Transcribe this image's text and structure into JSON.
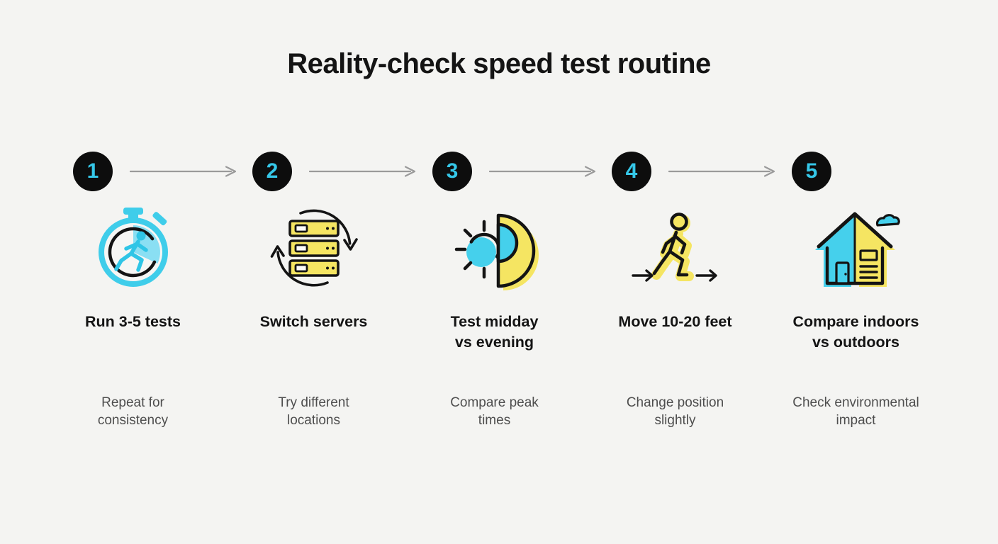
{
  "title": "Reality-check speed test routine",
  "steps": [
    {
      "number": "1",
      "icon": "stopwatch-runner-icon",
      "label_lines": [
        "Run 3-5 tests"
      ],
      "desc_lines": [
        "Repeat for",
        "consistency"
      ]
    },
    {
      "number": "2",
      "icon": "server-rotation-icon",
      "label_lines": [
        "Switch servers"
      ],
      "desc_lines": [
        "Try different",
        "locations"
      ]
    },
    {
      "number": "3",
      "icon": "day-night-icon",
      "label_lines": [
        "Test midday",
        "vs evening"
      ],
      "desc_lines": [
        "Compare peak",
        "times"
      ]
    },
    {
      "number": "4",
      "icon": "walking-person-icon",
      "label_lines": [
        "Move 10-20 feet"
      ],
      "desc_lines": [
        "Change position",
        "slightly"
      ]
    },
    {
      "number": "5",
      "icon": "house-cloud-icon",
      "label_lines": [
        "Compare indoors",
        "vs outdoors"
      ],
      "desc_lines": [
        "Check environmental",
        "impact"
      ]
    }
  ],
  "colors": {
    "background": "#f4f4f2",
    "badge_background": "#0d0d0d",
    "badge_number": "#35c7e8",
    "connector_arrow": "#9a9a9a",
    "heading_text": "#141414",
    "subtext": "#4e4e4e",
    "icon_cyan": "#45d0ec",
    "icon_yellow": "#f5e562",
    "icon_outline": "#141414"
  }
}
